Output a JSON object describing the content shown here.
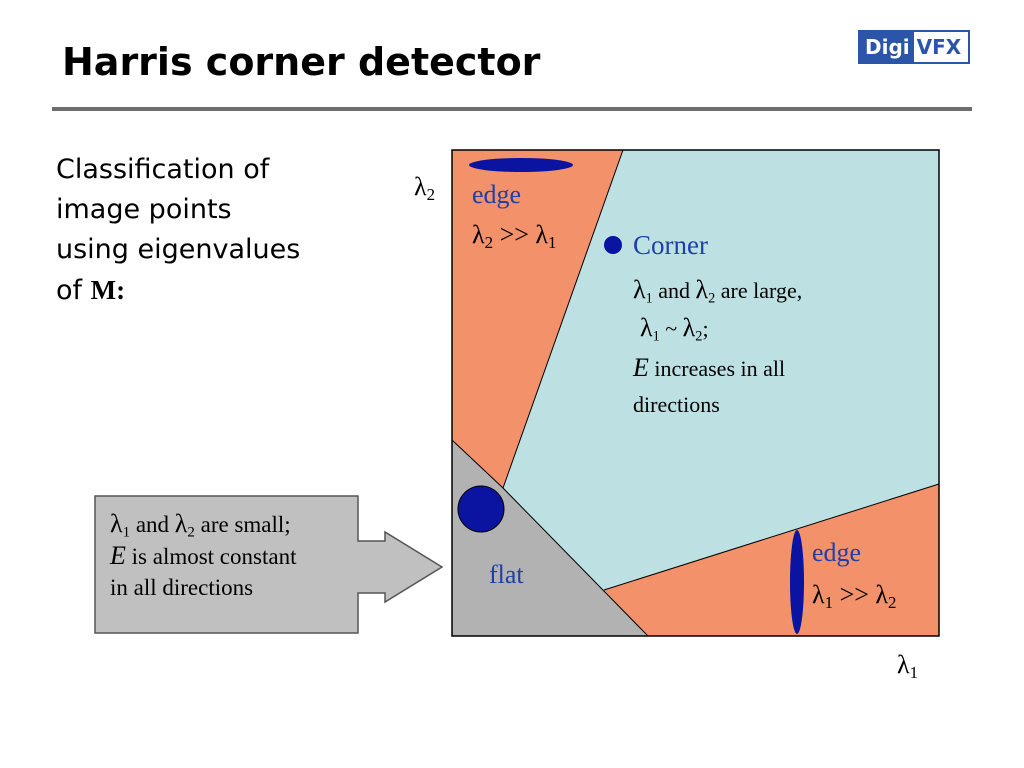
{
  "slide": {
    "title": "Harris corner detector",
    "logo": {
      "left": "Digi",
      "right": "VFX"
    },
    "intro": {
      "line1": "Classification of",
      "line2": "image points",
      "line3": "using eigenvalues",
      "line4_prefix": "of ",
      "line4_symbol": "M:"
    }
  },
  "diagram": {
    "y_axis_symbol": "λ",
    "y_axis_sub": "2",
    "x_axis_symbol": "λ",
    "x_axis_sub": "1",
    "top_edge": {
      "label": "edge",
      "rel_l": "λ",
      "rel_l_sub": "2",
      "rel_op": " >> ",
      "rel_r": "λ",
      "rel_r_sub": "1"
    },
    "corner": {
      "label": "Corner",
      "l1a": "λ",
      "l1a_sub": "1",
      "l1b": " and ",
      "l1c": "λ",
      "l1c_sub": "2",
      "l1d": " are large,",
      "l2a": "λ",
      "l2a_sub": "1",
      "l2b": " ~ ",
      "l2c": "λ",
      "l2c_sub": "2",
      "l2d": ";",
      "l3a": "E",
      "l3b": " increases in all",
      "l4": "directions"
    },
    "right_edge": {
      "label": "edge",
      "rel_l": "λ",
      "rel_l_sub": "1",
      "rel_op": " >> ",
      "rel_r": "λ",
      "rel_r_sub": "2"
    },
    "flat": {
      "label": "flat"
    },
    "callout": {
      "l1a": "λ",
      "l1a_sub": "1",
      "l1b": " and ",
      "l1c": "λ",
      "l1c_sub": "2",
      "l1d": " are small;",
      "l2a": "E",
      "l2b": " is almost constant",
      "l3": "in all directions"
    },
    "colors": {
      "edge_region": "#f2916a",
      "corner_region": "#bde0e3",
      "flat_region": "#b2b2b2",
      "marker": "#0a14a0",
      "label_blue": "#1f3fa8",
      "callout_fill": "#c0c0c0"
    }
  }
}
